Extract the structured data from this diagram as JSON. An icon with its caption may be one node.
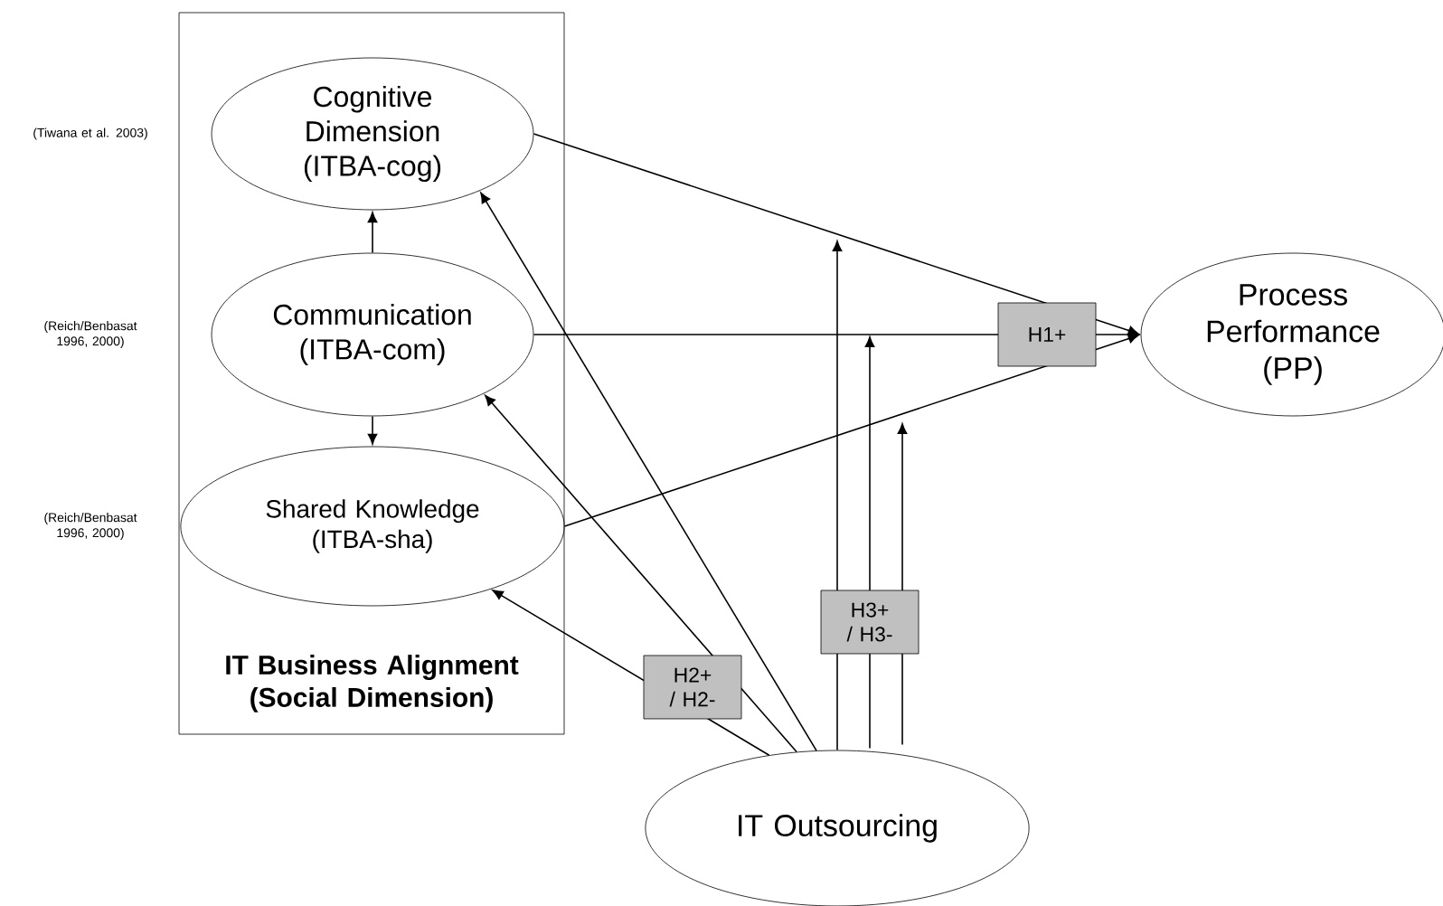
{
  "diagram": {
    "nodes": [
      {
        "text": [
          "IT Business Alignment (Social Dimension)"
        ]
      },
      {
        "text": [
          "Cognitive Dimension (ITBA-cog)"
        ],
        "in": 0
      },
      {
        "text": [
          "Communication (ITBA-com)"
        ],
        "in": 0
      },
      {
        "text": [
          "Shared Knowledge (ITBA-sha)"
        ],
        "in": 0
      },
      {
        "text": [
          "Process Performance (PP)"
        ]
      },
      {
        "text": [
          "IT Outsourcing"
        ]
      }
    ],
    "edges": [
      {
        "from": 2,
        "to": 1,
        "arrow": "to"
      },
      {
        "from": 2,
        "to": 3,
        "arrow": "to"
      },
      {
        "from": 1,
        "to": 4,
        "arrow": "to"
      },
      {
        "from": 2,
        "to": 4,
        "arrow": "to",
        "label": "H1+"
      },
      {
        "from": 3,
        "to": 4,
        "arrow": "to"
      },
      {
        "from": 5,
        "to": 1,
        "arrow": "to"
      },
      {
        "from": 5,
        "to": 2,
        "arrow": "to",
        "label": "H2+ / H2-"
      },
      {
        "from": 5,
        "to": 3,
        "arrow": "to"
      },
      {
        "from": 5,
        "to": null,
        "arrow": "to"
      },
      {
        "from": 5,
        "to": null,
        "arrow": "to",
        "label": "H3+ / H3-"
      },
      {
        "from": 5,
        "to": null,
        "arrow": "to"
      }
    ],
    "labels": [
      "(Tiwana et al. 2003)",
      "(Reich/Benbasat 1996, 2000)",
      "(Reich/Benbasat 1996, 2000)"
    ]
  }
}
